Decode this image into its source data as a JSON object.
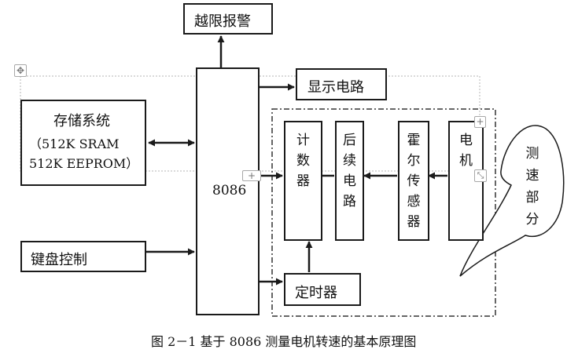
{
  "diagram": {
    "alarm": "越限报警",
    "display": "显示电路",
    "storage": {
      "title": "存储系统",
      "line1": "（512K SRAM",
      "line2": "512K EEPROM）"
    },
    "cpu": "8086",
    "keyboard": "键盘控制",
    "timer": "定时器",
    "counter_chars": [
      "计",
      "数",
      "器"
    ],
    "post_circuit_chars": [
      "后",
      "续",
      "电",
      "路"
    ],
    "hall_sensor_chars": [
      "霍",
      "尔",
      "传",
      "感",
      "器"
    ],
    "motor_chars": [
      "电",
      "机"
    ],
    "callout_chars": [
      "测",
      "速",
      "部",
      "分"
    ],
    "caption": "图 2－1 基于 8086 测量电机转速的基本原理图"
  },
  "handles": {
    "move_glyph": "✥",
    "plus_glyph": "+",
    "resize_glyph": "⤡"
  }
}
